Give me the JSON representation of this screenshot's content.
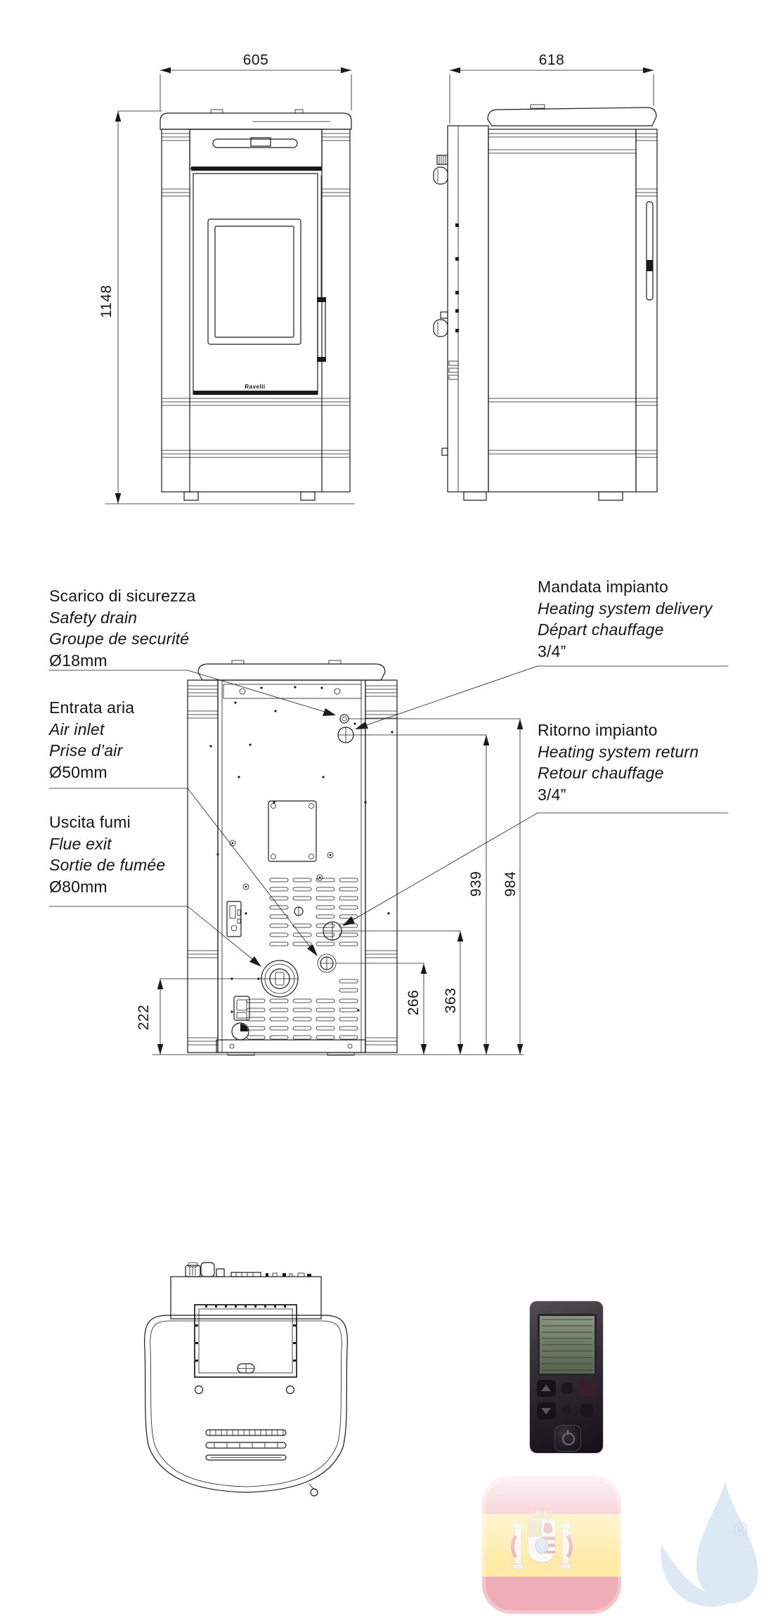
{
  "dimensions": {
    "front_width": "605",
    "side_depth": "618",
    "height": "1148",
    "flue_exit_height": "222",
    "air_inlet_height": "266",
    "return_height": "363",
    "delivery_height": "939",
    "safety_drain_height": "984"
  },
  "labels": {
    "safety_drain": {
      "it": "Scarico di sicurezza",
      "en": "Safety drain",
      "fr": "Groupe de securité",
      "size": "Ø18mm"
    },
    "air_inlet": {
      "it": "Entrata aria",
      "en": "Air inlet",
      "fr": "Prise d’air",
      "size": "Ø50mm"
    },
    "flue_exit": {
      "it": "Uscita fumi",
      "en": "Flue exit",
      "fr": "Sortie de fumée",
      "size": "Ø80mm"
    },
    "delivery": {
      "it": "Mandata impianto",
      "en": "Heating system delivery",
      "fr": "Départ chauffage",
      "size": "3/4”"
    },
    "return": {
      "it": "Ritorno impianto",
      "en": "Heating system return",
      "fr": "Retour chauffage",
      "size": "3/4”"
    }
  },
  "brand": {
    "stove_logo": "Ravelli",
    "registered": "®"
  },
  "colors": {
    "line": "#1a1a1a",
    "flag_red": "#d2122e",
    "flag_yellow": "#ffc400",
    "drop_blue": "#dce8f4",
    "remote_body": "#3a353b",
    "remote_screen": "#6b7763"
  }
}
